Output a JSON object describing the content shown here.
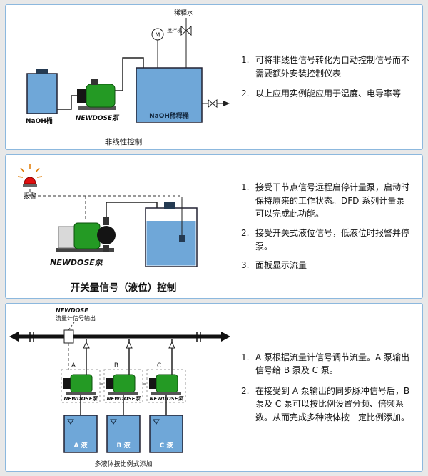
{
  "colors": {
    "panel_border": "#8cb8de",
    "tank_blue": "#6fa7d8",
    "pump_green": "#249a24",
    "alarm_red": "#e01010",
    "cap_navy": "#243a52"
  },
  "panels": [
    {
      "caption": "非线性控制",
      "labels": {
        "dilution_water": "稀释水",
        "motor": "M",
        "mixer": "搅拌机",
        "naoh_tank": "NaOH桶",
        "pump": "NEWDOSE泵",
        "mix_tank": "NaOH稀释桶"
      },
      "notes": [
        {
          "num": "1.",
          "text": "可将非线性信号转化为自动控制信号而不需要额外安装控制仪表"
        },
        {
          "num": "2.",
          "text": "以上应用实例能应用于温度、电导率等"
        }
      ]
    },
    {
      "caption": "开关量信号（液位）控制",
      "labels": {
        "alarm": "报警",
        "pump": "NEWDOSE泵"
      },
      "notes": [
        {
          "num": "1.",
          "text": "接受干节点信号远程启停计量泵，启动时保持原来的工作状态。DFD 系列计量泵可以完成此功能。"
        },
        {
          "num": "2.",
          "text": "接受开关式液位信号，低液位时报警并停泵。"
        },
        {
          "num": "3.",
          "text": "面板显示流量"
        }
      ]
    },
    {
      "caption": "多液体按比例式添加",
      "labels": {
        "brand": "NEWDOSE",
        "flowmeter_signal": "流量计信号输出",
        "pump_a": "A",
        "pump_b": "B",
        "pump_c": "C",
        "pump_label": "NEWDOSE泵",
        "tank_a": "A 液",
        "tank_b": "B 液",
        "tank_c": "C 液"
      },
      "notes": [
        {
          "num": "1.",
          "text": "A 泵根据流量计信号调节流量。A 泵输出信号给 B 泵及 C 泵。"
        },
        {
          "num": "2.",
          "text": "在接受到 A 泵输出的同步脉冲信号后，B 泵及 C 泵可以按比例设置分频、倍频系数。从而完成多种液体按一定比例添加。"
        }
      ]
    }
  ]
}
